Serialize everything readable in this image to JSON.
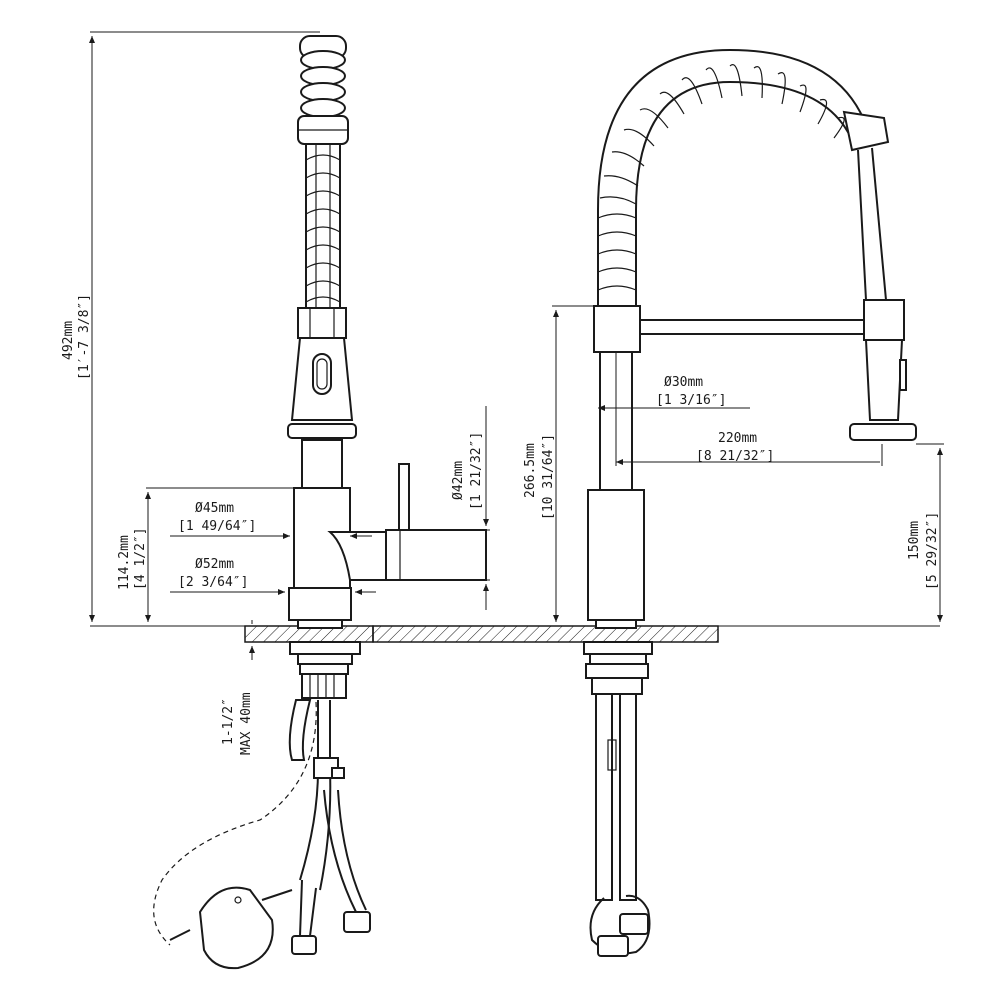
{
  "dimensions": {
    "overall_height": {
      "metric": "492mm",
      "imperial": "[1′-7 3/8″]"
    },
    "base_height": {
      "metric": "114.2mm",
      "imperial": "[4 1/2″]"
    },
    "body_diameter": {
      "metric": "Ø45mm",
      "imperial": "[1 49/64″]"
    },
    "base_diameter": {
      "metric": "Ø52mm",
      "imperial": "[2 3/64″]"
    },
    "handle_diameter": {
      "metric": "Ø42mm",
      "imperial": "[1 21/32″]"
    },
    "spout_height": {
      "metric": "266.5mm",
      "imperial": "[10 31/64″]"
    },
    "tube_diameter": {
      "metric": "Ø30mm",
      "imperial": "[1 3/16″]"
    },
    "reach": {
      "metric": "220mm",
      "imperial": "[8 21/32″]"
    },
    "clearance": {
      "metric": "150mm",
      "imperial": "[5 29/32″]"
    },
    "deck_thickness": {
      "line1": "1-1/2″",
      "line2": "MAX 40mm"
    }
  },
  "colors": {
    "ink": "#1a1a1a",
    "background": "#ffffff"
  }
}
